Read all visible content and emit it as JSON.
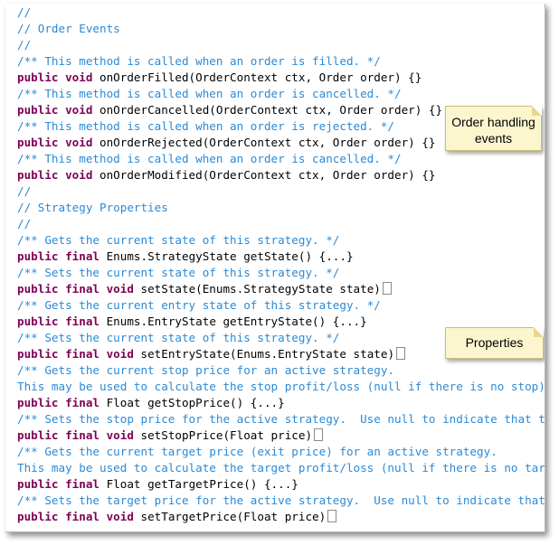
{
  "code_lines": [
    {
      "type": "comment",
      "text": "//"
    },
    {
      "type": "comment",
      "text": "// Order Events"
    },
    {
      "type": "comment",
      "text": "//"
    },
    {
      "type": "comment",
      "text": "/** This method is called when an order is filled. */"
    },
    {
      "type": "code",
      "kw": "public void",
      "rest": " onOrderFilled(OrderContext ctx, Order order) {}"
    },
    {
      "type": "comment",
      "text": "/** This method is called when an order is cancelled. */"
    },
    {
      "type": "code",
      "kw": "public void",
      "rest": " onOrderCancelled(OrderContext ctx, Order order) {}"
    },
    {
      "type": "comment",
      "text": "/** This method is called when an order is rejected. */"
    },
    {
      "type": "code",
      "kw": "public void",
      "rest": " onOrderRejected(OrderContext ctx, Order order) {}"
    },
    {
      "type": "comment",
      "text": "/** This method is called when an order is cancelled. */"
    },
    {
      "type": "code",
      "kw": "public void",
      "rest": " onOrderModified(OrderContext ctx, Order order) {}"
    },
    {
      "type": "comment",
      "text": "//"
    },
    {
      "type": "comment",
      "text": "// Strategy Properties"
    },
    {
      "type": "comment",
      "text": "//"
    },
    {
      "type": "comment",
      "text": "/** Gets the current state of this strategy. */"
    },
    {
      "type": "code",
      "kw": "public final",
      "rest": " Enums.StrategyState getState() {...}"
    },
    {
      "type": "comment",
      "text": "/** Sets the current state of this strategy. */"
    },
    {
      "type": "code",
      "kw": "public final void",
      "rest": " setState(Enums.StrategyState state)",
      "fold": true
    },
    {
      "type": "comment",
      "text": "/** Gets the current entry state of this strategy. */"
    },
    {
      "type": "code",
      "kw": "public final",
      "rest": " Enums.EntryState getEntryState() {...}"
    },
    {
      "type": "comment",
      "text": "/** Sets the current state of this strategy. */"
    },
    {
      "type": "code",
      "kw": "public final void",
      "rest": " setEntryState(Enums.EntryState state)",
      "fold": true
    },
    {
      "type": "comment",
      "text": "/** Gets the current stop price for an active strategy."
    },
    {
      "type": "comment",
      "text": "This may be used to calculate the stop profit/loss (null if there is no stop)"
    },
    {
      "type": "code",
      "kw": "public final",
      "rest": " Float getStopPrice() {...}"
    },
    {
      "type": "comment",
      "text": "/** Sets the stop price for the active strategy.  Use null to indicate that there is no stop"
    },
    {
      "type": "code",
      "kw": "public final void",
      "rest": " setStopPrice(Float price)",
      "fold": true
    },
    {
      "type": "comment",
      "text": "/** Gets the current target price (exit price) for an active strategy."
    },
    {
      "type": "comment",
      "text": "This may be used to calculate the target profit/loss (null if there is no target)"
    },
    {
      "type": "code",
      "kw": "public final",
      "rest": " Float getTargetPrice() {...}"
    },
    {
      "type": "comment",
      "text": "/** Sets the target price for the active strategy.  Use null to indicate that there is no target"
    },
    {
      "type": "code",
      "kw": "public final void",
      "rest": " setTargetPrice(Float price)",
      "fold": true
    }
  ],
  "callouts": {
    "order_events_line1": "Order handling",
    "order_events_line2": "events",
    "properties": "Properties"
  },
  "colors": {
    "comment": "#2b8ad6",
    "keyword": "#7f0055",
    "callout_bg": "#fcf6cf"
  }
}
